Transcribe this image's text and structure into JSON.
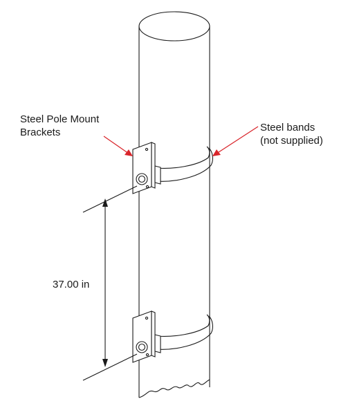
{
  "labels": {
    "brackets_line1": "Steel Pole Mount",
    "brackets_line2": "Brackets",
    "bands_line1": "Steel bands",
    "bands_line2": "(not supplied)",
    "dimension": "37.00 in"
  },
  "colors": {
    "callout_arrow": "#d9252b",
    "linework": "#1a1a1a",
    "background": "#ffffff"
  }
}
